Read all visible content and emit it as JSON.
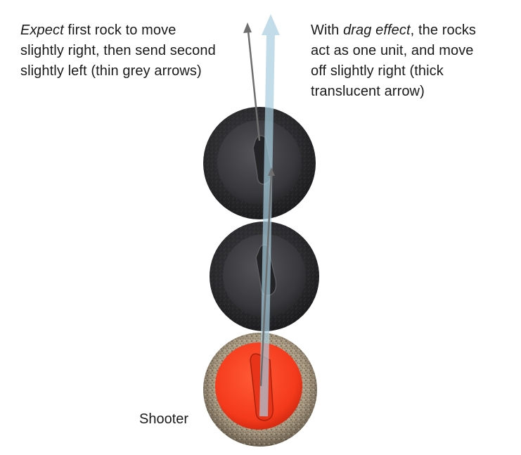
{
  "captions": {
    "left": {
      "emphasis": "Expect",
      "text_line1_rest": " first rock to move",
      "text_line2": "slightly right, then send second",
      "text_line3": "slightly left (thin grey arrows)"
    },
    "right": {
      "line1_prefix": "With ",
      "line1_emphasis": "drag effect",
      "line1_suffix": ", the rocks",
      "line2": "act as one unit, and move",
      "line3": "off slightly right (thick",
      "line4": "translucent arrow)"
    }
  },
  "labels": {
    "shooter": "Shooter"
  },
  "colors": {
    "thin_arrow": "#6e6e6e",
    "thick_arrow": "#a9cfe0",
    "dark_rock": "#2c2c2e",
    "shooter_handle": "#ff3b1f",
    "granite": "#b5a68f"
  },
  "rocks": [
    {
      "role": "first-rock",
      "handle_color": "dark"
    },
    {
      "role": "second-rock",
      "handle_color": "dark"
    },
    {
      "role": "shooter-rock",
      "handle_color": "red"
    }
  ]
}
